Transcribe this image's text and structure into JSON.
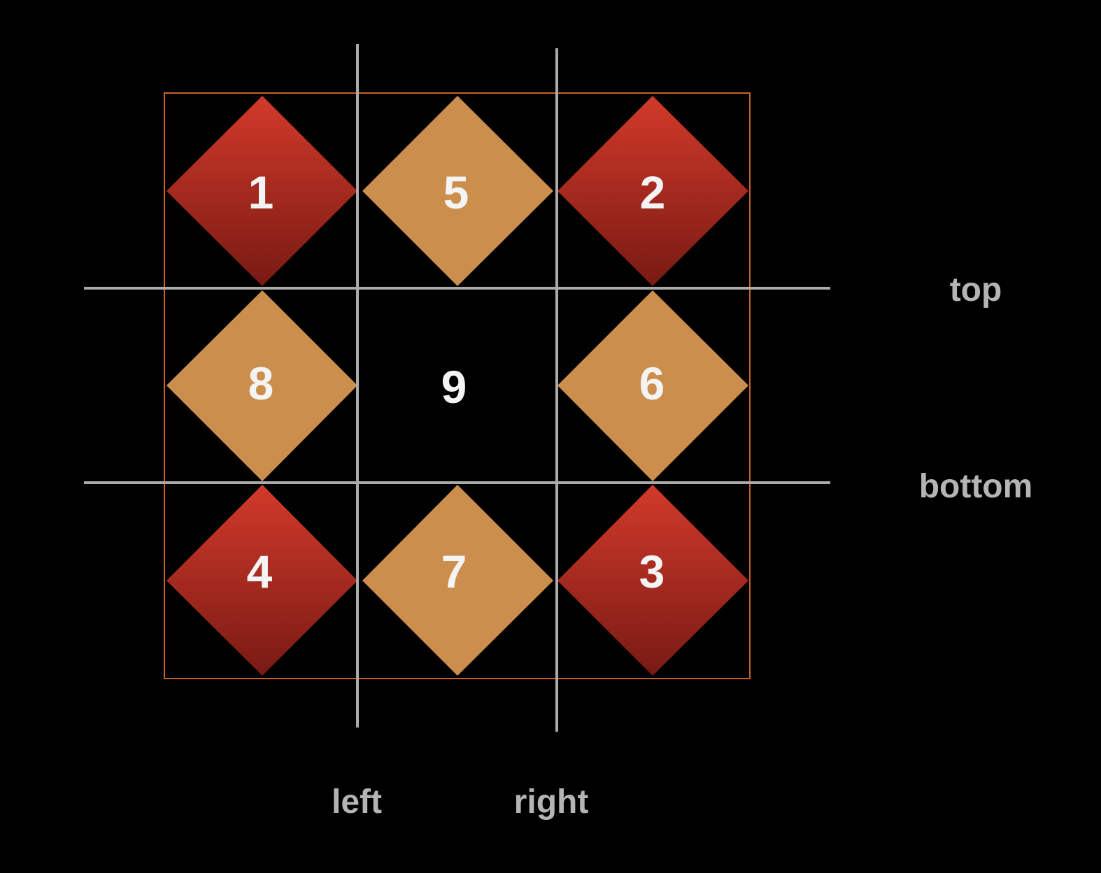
{
  "diagram": {
    "cells": [
      {
        "number": "1",
        "kind": "corner"
      },
      {
        "number": "5",
        "kind": "edge"
      },
      {
        "number": "2",
        "kind": "corner"
      },
      {
        "number": "8",
        "kind": "edge"
      },
      {
        "number": "9",
        "kind": "center"
      },
      {
        "number": "6",
        "kind": "edge"
      },
      {
        "number": "4",
        "kind": "corner"
      },
      {
        "number": "7",
        "kind": "edge"
      },
      {
        "number": "3",
        "kind": "corner"
      }
    ],
    "guides": {
      "top": "top",
      "bottom": "bottom",
      "left": "left",
      "right": "right"
    },
    "colors": {
      "background": "#000000",
      "frame": "#c8622a",
      "guide_line": "#aaaaaa",
      "guide_label": "#b4b4b4",
      "corner_top": "#d23a2a",
      "corner_bottom": "#781a14",
      "edge": "#cc8e4c",
      "number": "#f4f4f4"
    }
  }
}
